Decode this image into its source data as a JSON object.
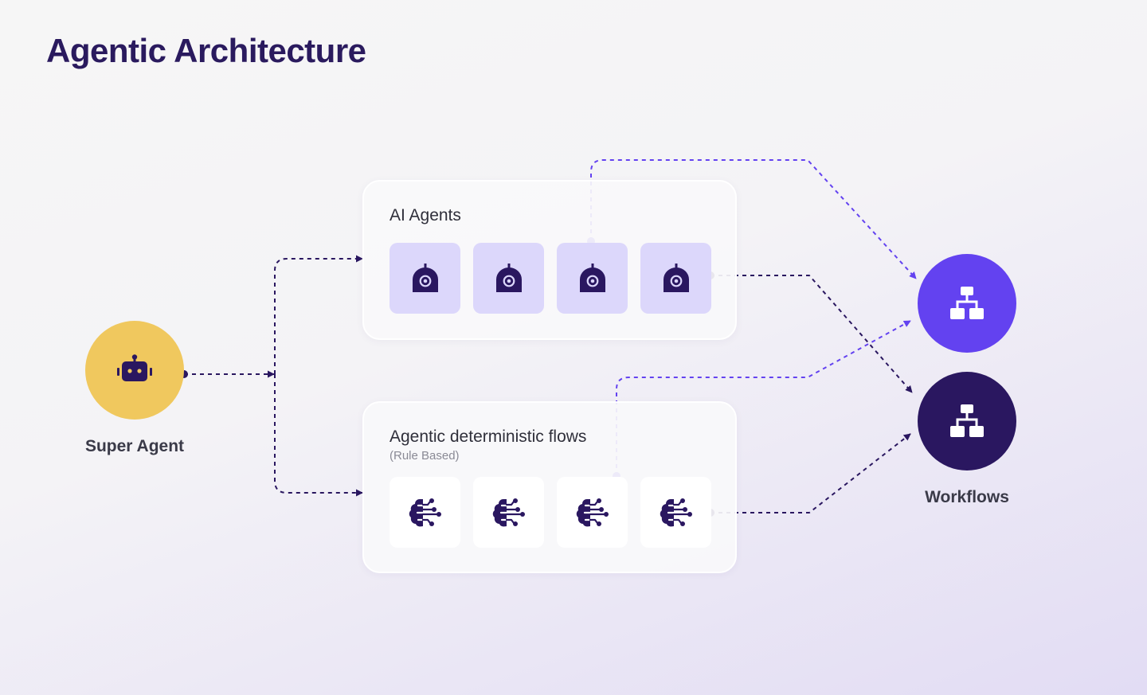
{
  "title": "Agentic Architecture",
  "super_agent": {
    "label": "Super Agent",
    "icon": "robot-icon",
    "color": "#f0c85e"
  },
  "ai_agents": {
    "title": "AI Agents",
    "tile_icon": "agent-dome-icon",
    "tile_color": "#dcd7fb",
    "tile_count": 4
  },
  "deterministic_flows": {
    "title": "Agentic deterministic flows",
    "subtitle": "(Rule Based)",
    "tile_icon": "brain-circuit-icon",
    "tile_color": "#ffffff",
    "tile_count": 4
  },
  "workflows": {
    "label": "Workflows",
    "icon": "hierarchy-icon",
    "colors": [
      "#6342f0",
      "#2a1760"
    ]
  },
  "colors": {
    "title": "#2a1a5e",
    "connector_dark": "#2a1760",
    "connector_accent": "#6342f0"
  }
}
